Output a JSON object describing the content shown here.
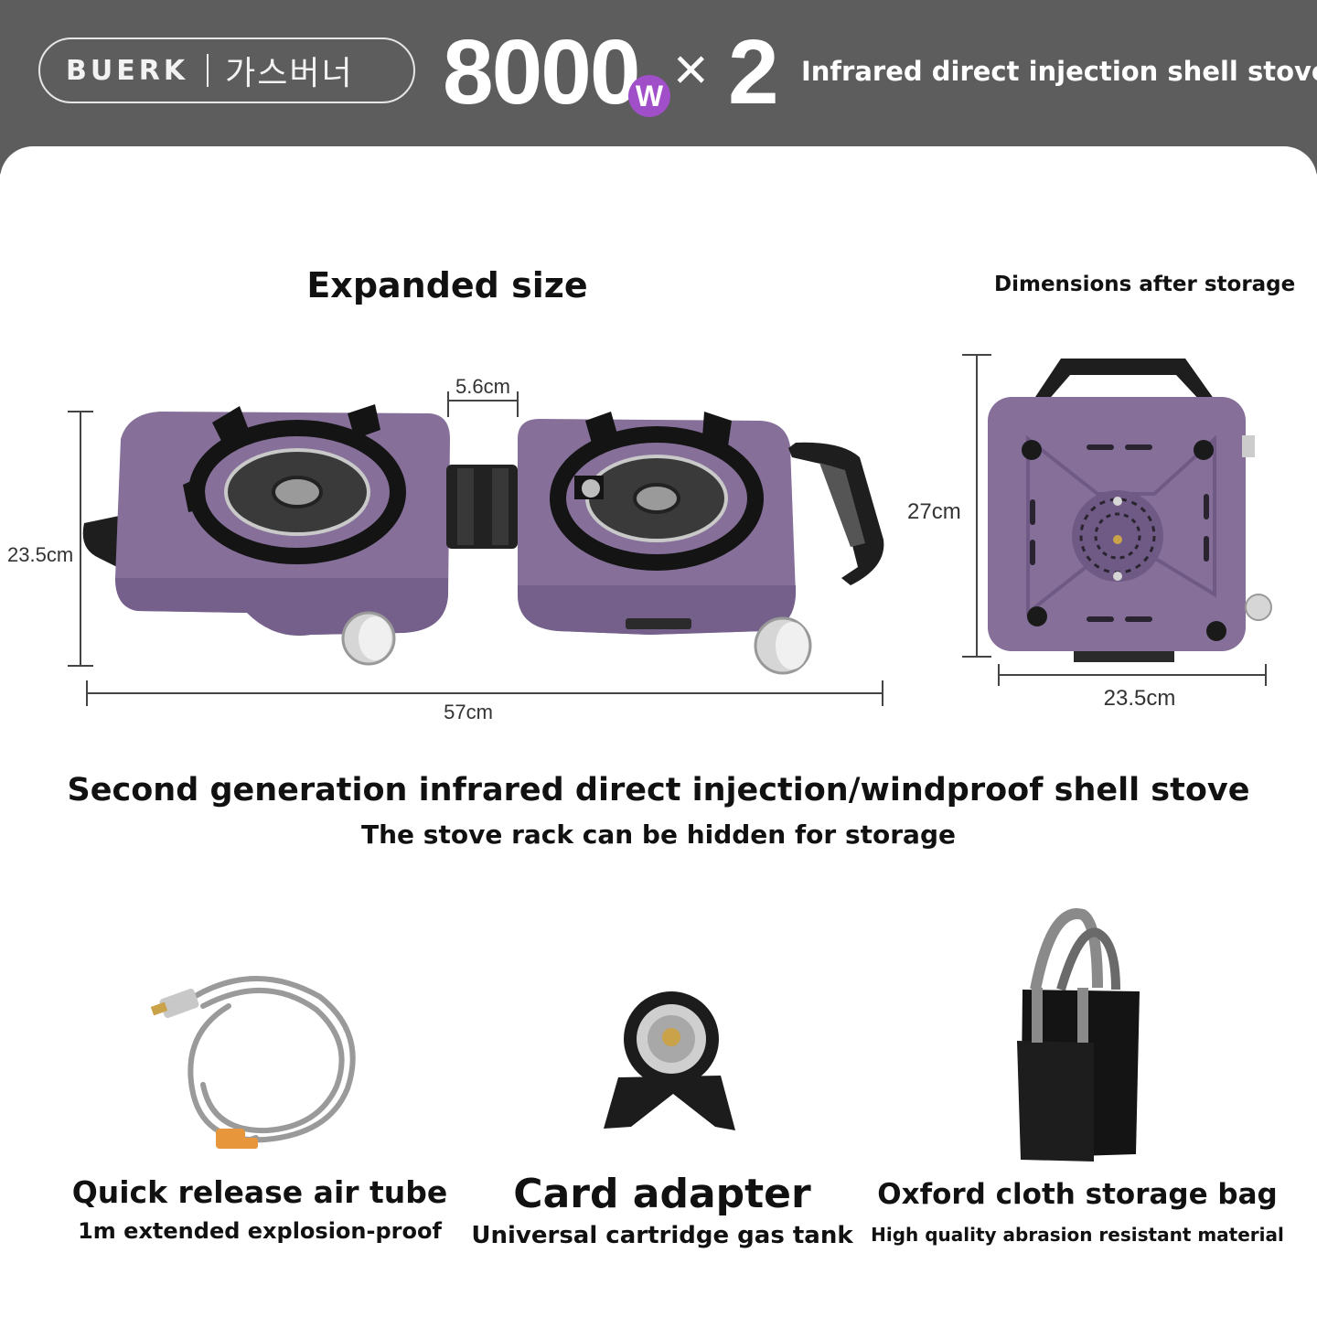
{
  "header": {
    "brand": "BUERK",
    "brand_korean": "가스버너",
    "power": "8000",
    "power_unit": "W",
    "multiplier": "×",
    "count": "2",
    "title": "Infrared direct injection shell stove"
  },
  "expanded": {
    "heading": "Expanded size",
    "gap": "5.6cm",
    "height": "23.5cm",
    "width": "57cm"
  },
  "storage": {
    "heading": "Dimensions after storage",
    "height": "27cm",
    "width": "23.5cm"
  },
  "tagline": {
    "main": "Second generation infrared direct injection/windproof shell stove",
    "sub": "The stove rack can be hidden for storage"
  },
  "accessories": [
    {
      "title": "Quick release air tube",
      "subtitle": "1m extended explosion-proof"
    },
    {
      "title": "Card adapter",
      "subtitle": "Universal cartridge gas tank"
    },
    {
      "title": "Oxford cloth storage bag",
      "subtitle": "High quality abrasion resistant material"
    }
  ],
  "colors": {
    "header_bg": "#5d5d5d",
    "accent_purple": "#a04fc8",
    "stove_purple": "#86709a"
  }
}
